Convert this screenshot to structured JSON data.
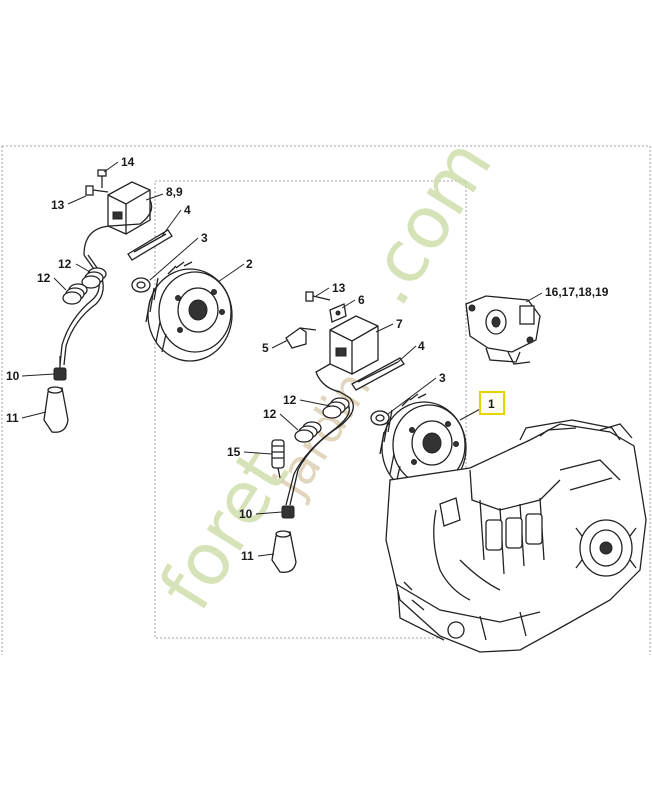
{
  "diagram": {
    "watermark": {
      "text_main": "foret",
      "text_mid": "jardin",
      "text_end": ".com",
      "color_main": "#c9d9a0",
      "color_alt": "#d9c8a8"
    },
    "highlight_color": "#e8d200",
    "labels": {
      "l14": "14",
      "l13a": "13",
      "l89": "8,9",
      "l4a": "4",
      "l3a": "3",
      "l2": "2",
      "l12a": "12",
      "l12b": "12",
      "l10a": "10",
      "l11a": "11",
      "l13b": "13",
      "l6": "6",
      "l5": "5",
      "l7": "7",
      "l4b": "4",
      "l3b": "3",
      "l12c": "12",
      "l12d": "12",
      "l15": "15",
      "l10b": "10",
      "l11b": "11",
      "l1": "1",
      "l16": "16,17,18,19"
    }
  }
}
